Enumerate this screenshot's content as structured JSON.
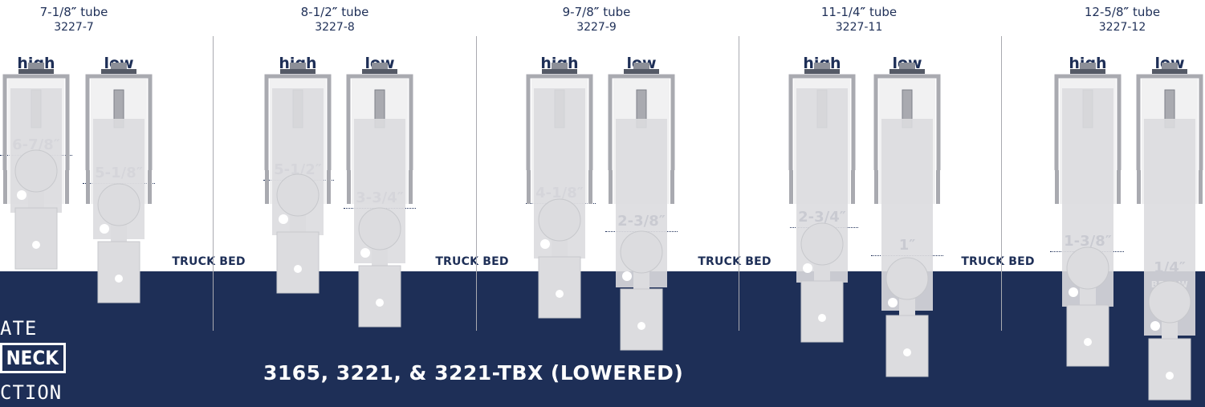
{
  "colors": {
    "navy": "#1e2f57",
    "receiver": "#a9aab0",
    "shank": "#dcdcdf"
  },
  "truck_bed_label": "TRUCK BED",
  "caption": "3165, 3221, & 3221-TBX (LOWERED)",
  "brand": {
    "line1": "ATE",
    "boxed": "NECK",
    "line3": "CTION"
  },
  "below_note": "BELOW",
  "tubes": [
    {
      "size_fraction": "7-1/8",
      "inch_mark": "″",
      "size_word": "tube",
      "part_number": "3227-7",
      "high": {
        "label": "high",
        "measure": "6-7/8″"
      },
      "low": {
        "label": "low",
        "measure": "5-1/8″"
      }
    },
    {
      "size_fraction": "8-1/2",
      "inch_mark": "″",
      "size_word": "tube",
      "part_number": "3227-8",
      "high": {
        "label": "high",
        "measure": "5-1/2″"
      },
      "low": {
        "label": "low",
        "measure": "3-3/4″"
      }
    },
    {
      "size_fraction": "9-7/8",
      "inch_mark": "″",
      "size_word": "tube",
      "part_number": "3227-9",
      "high": {
        "label": "high",
        "measure": "4-1/8″"
      },
      "low": {
        "label": "low",
        "measure": "2-3/8″"
      }
    },
    {
      "size_fraction": "11-1/4",
      "inch_mark": "″",
      "size_word": "tube",
      "part_number": "3227-11",
      "high": {
        "label": "high",
        "measure": "2-3/4″"
      },
      "low": {
        "label": "low",
        "measure": "1″"
      }
    },
    {
      "size_fraction": "12-5/8",
      "inch_mark": "″",
      "size_word": "tube",
      "part_number": "3227-12",
      "high": {
        "label": "high",
        "measure": "1-3/8″"
      },
      "low": {
        "label": "low",
        "measure": "1/4″",
        "note": "BELOW"
      }
    }
  ]
}
